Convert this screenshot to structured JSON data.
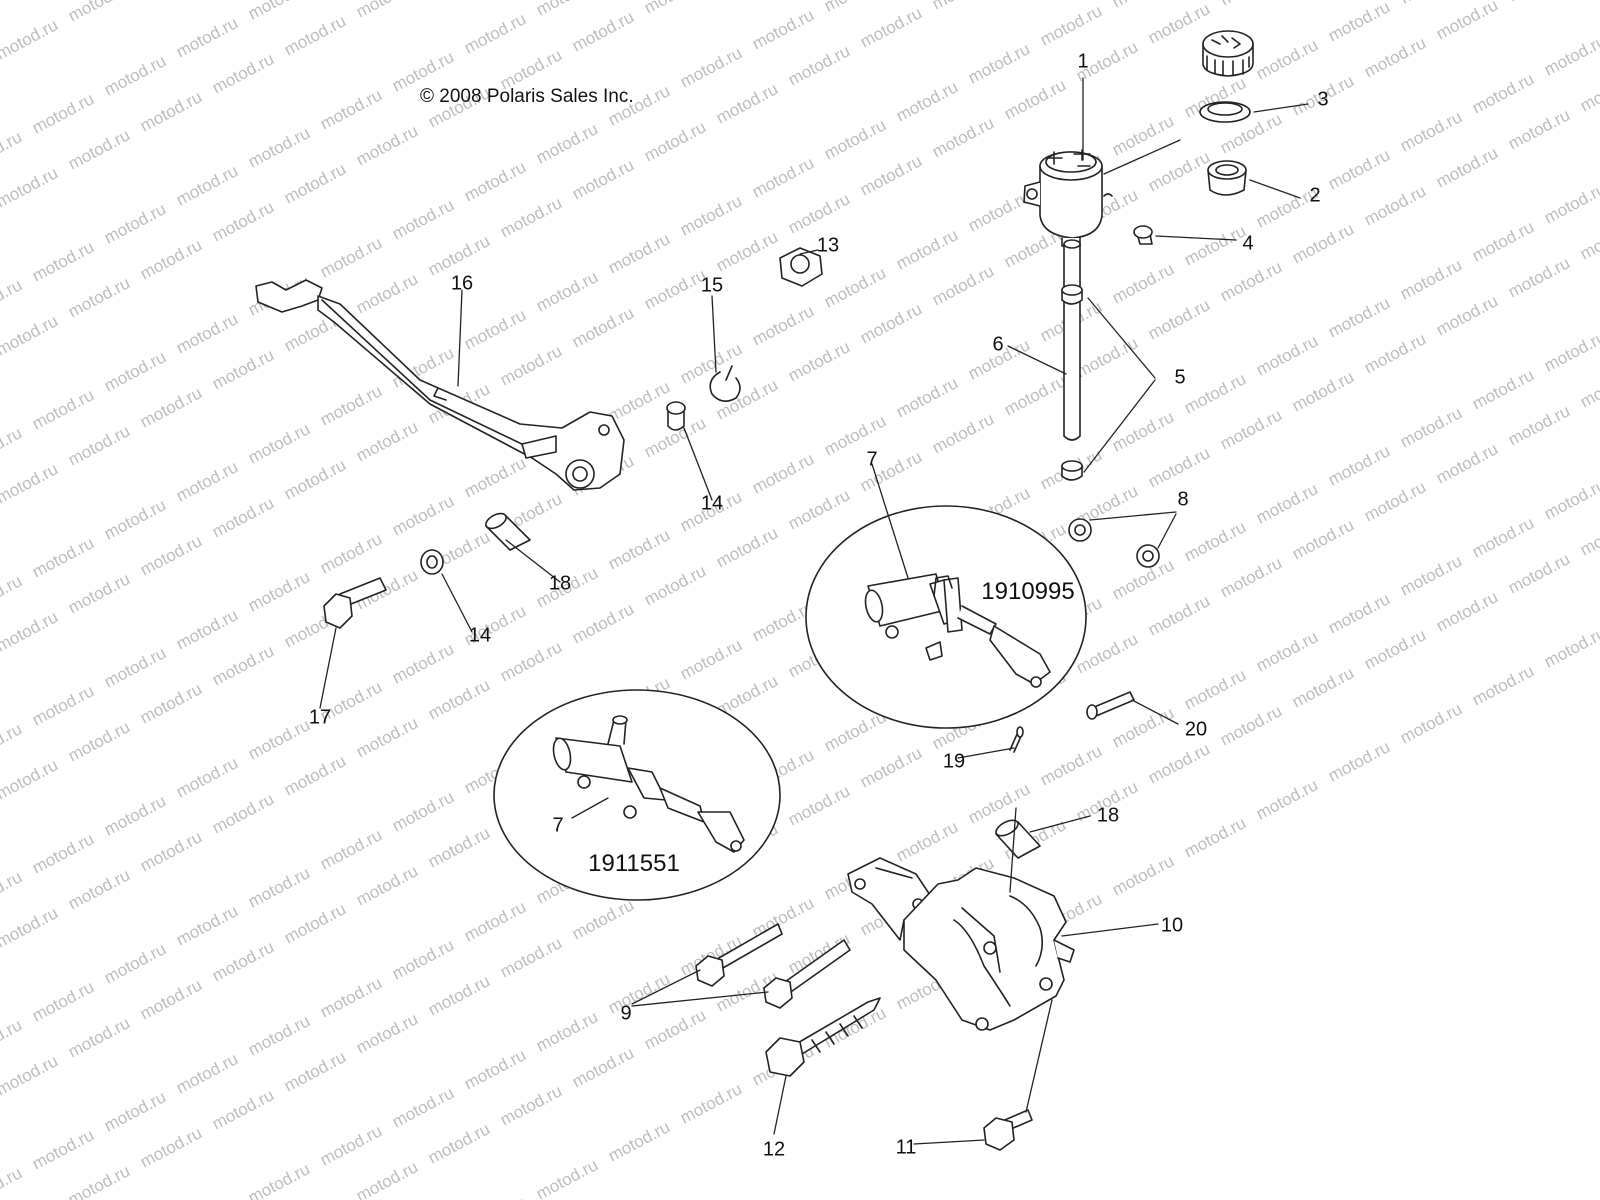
{
  "copyright": "© 2008 Polaris Sales Inc.",
  "watermark": "motod.ru",
  "callouts": {
    "c1": "1",
    "c2": "2",
    "c3": "3",
    "c4": "4",
    "c5": "5",
    "c6": "6",
    "c7a": "7",
    "c7b": "7",
    "c8": "8",
    "c9": "9",
    "c10": "10",
    "c11": "11",
    "c12": "12",
    "c13": "13",
    "c14a": "14",
    "c14b": "14",
    "c15": "15",
    "c16": "16",
    "c17": "17",
    "c18a": "18",
    "c18b": "18",
    "c19": "19",
    "c20": "20"
  },
  "part_numbers": {
    "upper": "1910995",
    "lower": "1911551"
  },
  "colors": {
    "line": "#222222",
    "watermark": "#bdbdbd",
    "background": "#ffffff"
  }
}
